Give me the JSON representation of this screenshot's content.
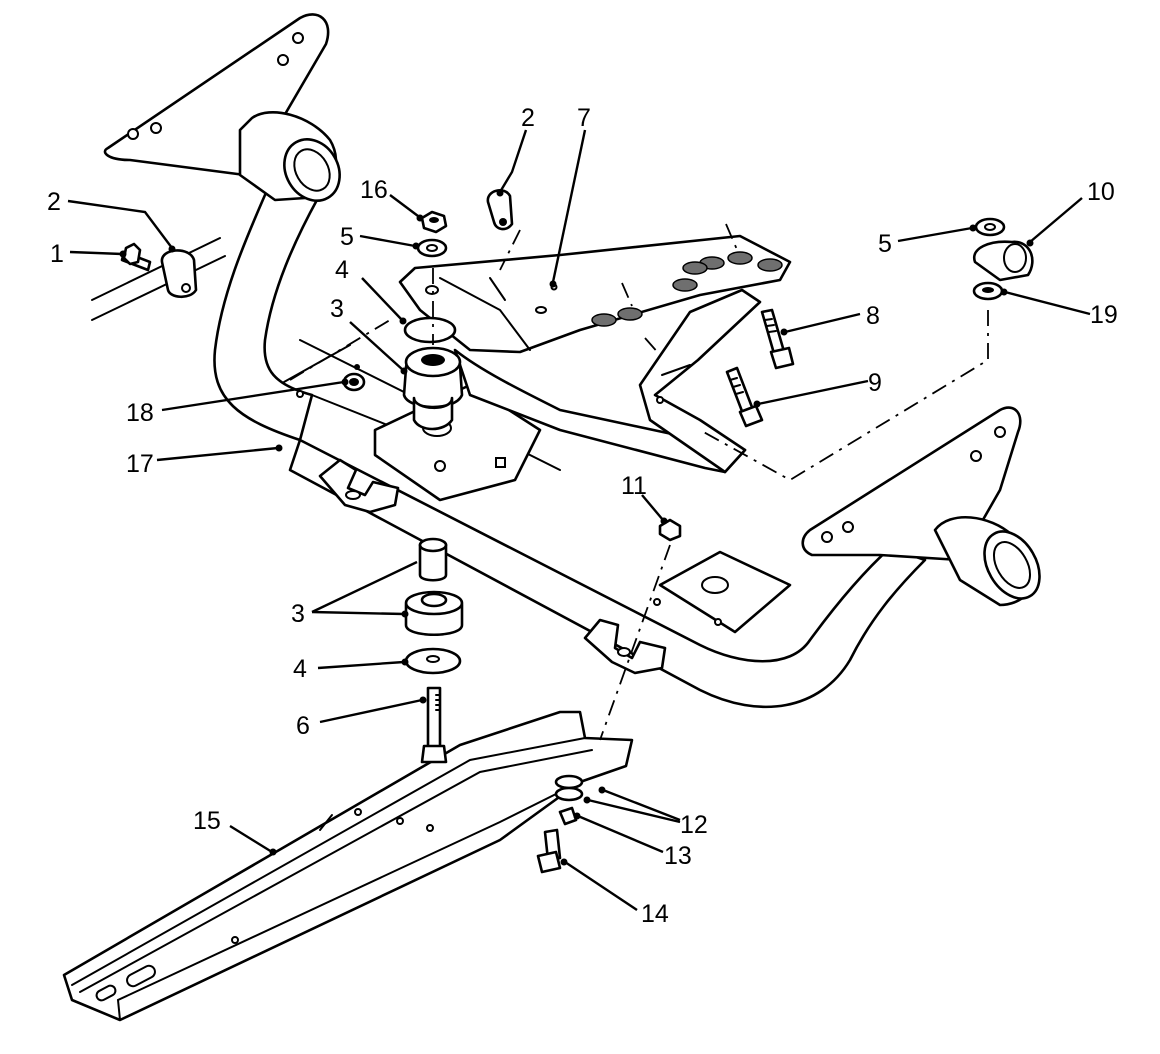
{
  "callouts": [
    {
      "id": "c1",
      "label": "1"
    },
    {
      "id": "c2a",
      "label": "2"
    },
    {
      "id": "c2b",
      "label": "2"
    },
    {
      "id": "c3a",
      "label": "3"
    },
    {
      "id": "c3b",
      "label": "3"
    },
    {
      "id": "c4a",
      "label": "4"
    },
    {
      "id": "c4b",
      "label": "4"
    },
    {
      "id": "c5a",
      "label": "5"
    },
    {
      "id": "c5b",
      "label": "5"
    },
    {
      "id": "c6",
      "label": "6"
    },
    {
      "id": "c7",
      "label": "7"
    },
    {
      "id": "c8",
      "label": "8"
    },
    {
      "id": "c9",
      "label": "9"
    },
    {
      "id": "c10",
      "label": "10"
    },
    {
      "id": "c11",
      "label": "11"
    },
    {
      "id": "c12",
      "label": "12"
    },
    {
      "id": "c13",
      "label": "13"
    },
    {
      "id": "c14",
      "label": "14"
    },
    {
      "id": "c15",
      "label": "15"
    },
    {
      "id": "c16",
      "label": "16"
    },
    {
      "id": "c17",
      "label": "17"
    },
    {
      "id": "c18",
      "label": "18"
    },
    {
      "id": "c19",
      "label": "19"
    }
  ],
  "colors": {
    "line": "#000000",
    "background": "#ffffff"
  }
}
